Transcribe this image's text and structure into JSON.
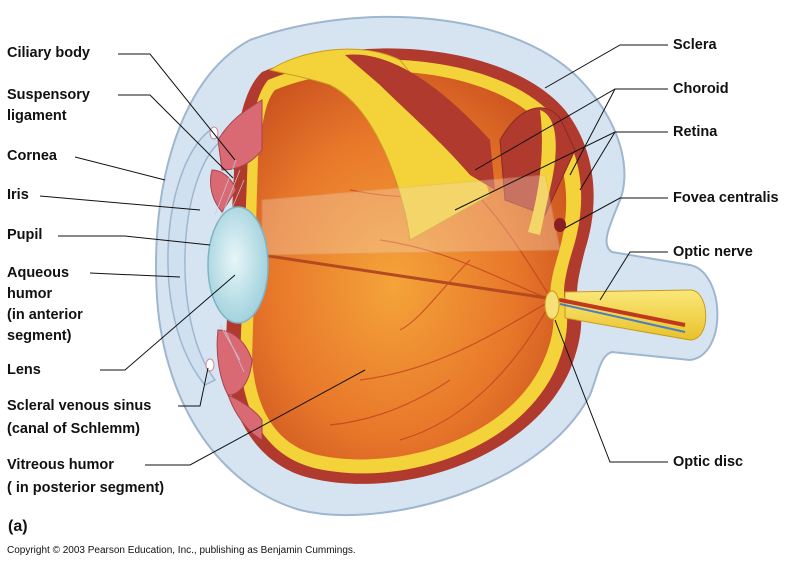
{
  "figure": {
    "panel_tag": "(a)",
    "copyright": "Copyright © 2003 Pearson Education, Inc., publishing as Benjamin Cummings."
  },
  "labels": {
    "ciliary_body": "Ciliary body",
    "suspensory_ligament_1": "Suspensory",
    "suspensory_ligament_2": "ligament",
    "cornea": "Cornea",
    "iris": "Iris",
    "pupil": "Pupil",
    "aqueous_1": "Aqueous",
    "aqueous_2": "humor",
    "aqueous_3": "(in anterior",
    "aqueous_4": "segment)",
    "lens": "Lens",
    "scleral_sinus_1": "Scleral venous sinus",
    "scleral_sinus_2": "(canal of Schlemm)",
    "vitreous_1": "Vitreous humor",
    "vitreous_2": "( in posterior segment)",
    "sclera": "Sclera",
    "choroid": "Choroid",
    "retina": "Retina",
    "fovea": "Fovea centralis",
    "optic_nerve": "Optic nerve",
    "optic_disc": "Optic disc"
  },
  "colors": {
    "sclera": "#d6e4f2",
    "choroid": "#b03a2e",
    "retina": "#f4d23a",
    "vitreous": "#e8782a",
    "lens": "#bfe4ec",
    "ciliary": "#d96a74",
    "leader": "#111111"
  }
}
